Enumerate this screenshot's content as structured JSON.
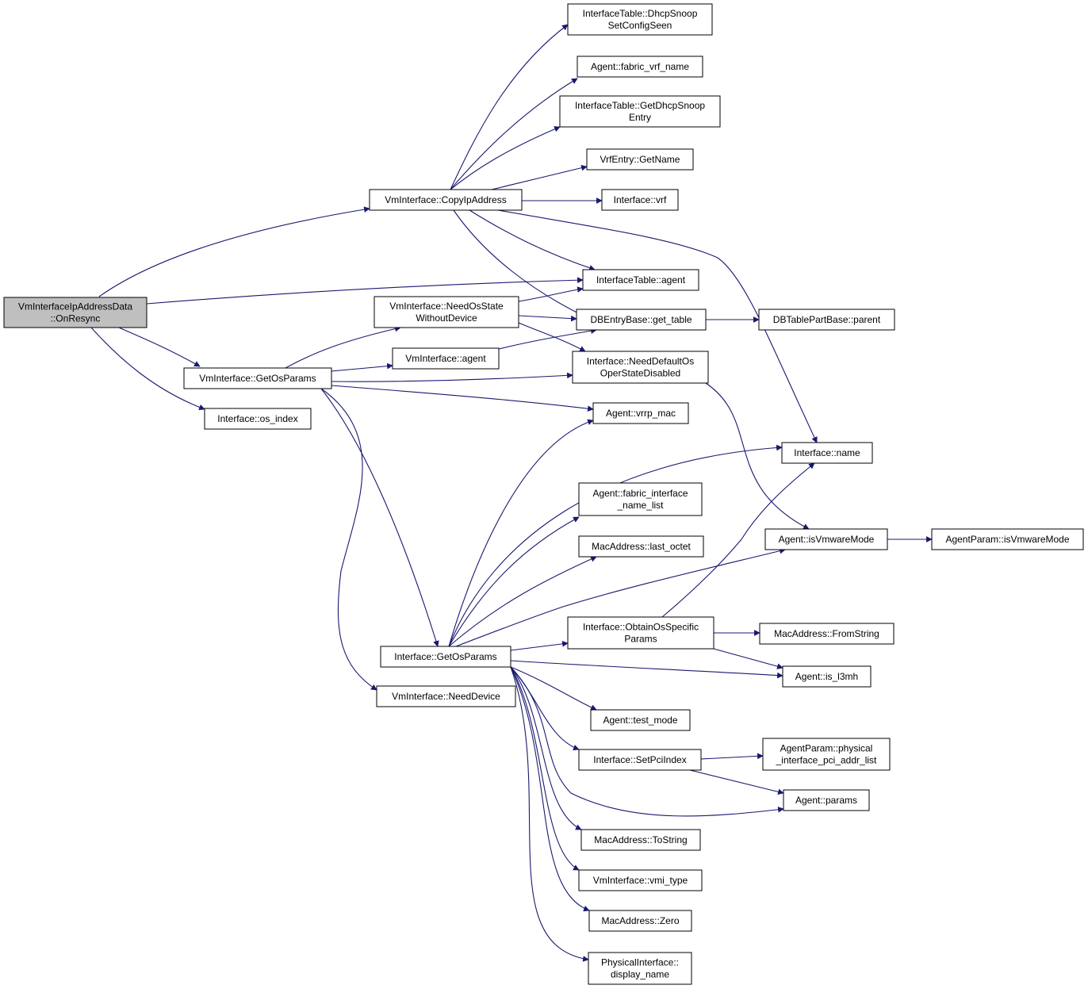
{
  "colors": {
    "edge": "#191970",
    "node_fill": "#ffffff",
    "root_fill": "#bfbfbf",
    "node_border": "#000000"
  },
  "nodes": {
    "root": [
      "VmInterfaceIpAddressData",
      "::OnResync"
    ],
    "copyip": [
      "VmInterface::CopyIpAddress"
    ],
    "dhcpset": [
      "InterfaceTable::DhcpSnoop",
      "SetConfigSeen"
    ],
    "fabricvrf": [
      "Agent::fabric_vrf_name"
    ],
    "dhcpget": [
      "InterfaceTable::GetDhcpSnoop",
      "Entry"
    ],
    "vrfname": [
      "VrfEntry::GetName"
    ],
    "ifvrf": [
      "Interface::vrf"
    ],
    "itagent": [
      "InterfaceTable::agent"
    ],
    "needos": [
      "VmInterface::NeedOsState",
      "WithoutDevice"
    ],
    "gettable": [
      "DBEntryBase::get_table"
    ],
    "parent": [
      "DBTablePartBase::parent"
    ],
    "vmagent": [
      "VmInterface::agent"
    ],
    "needdef": [
      "Interface::NeedDefaultOs",
      "OperStateDisabled"
    ],
    "vmgetos": [
      "VmInterface::GetOsParams"
    ],
    "osindex": [
      "Interface::os_index"
    ],
    "vrrp": [
      "Agent::vrrp_mac"
    ],
    "ifname": [
      "Interface::name"
    ],
    "fabricif": [
      "Agent::fabric_interface",
      "_name_list"
    ],
    "lastoct": [
      "MacAddress::last_octet"
    ],
    "isvm": [
      "Agent::isVmwareMode"
    ],
    "apvm": [
      "AgentParam::isVmwareMode"
    ],
    "obtain": [
      "Interface::ObtainOsSpecific",
      "Params"
    ],
    "fromstr": [
      "MacAddress::FromString"
    ],
    "ifgetos": [
      "Interface::GetOsParams"
    ],
    "isl3mh": [
      "Agent::is_l3mh"
    ],
    "needdev": [
      "VmInterface::NeedDevice"
    ],
    "testmode": [
      "Agent::test_mode"
    ],
    "setpci": [
      "Interface::SetPciIndex"
    ],
    "physpci": [
      "AgentParam::physical",
      "_interface_pci_addr_list"
    ],
    "params": [
      "Agent::params"
    ],
    "tostr": [
      "MacAddress::ToString"
    ],
    "vmitype": [
      "VmInterface::vmi_type"
    ],
    "zero": [
      "MacAddress::Zero"
    ],
    "dispname": [
      "PhysicalInterface::",
      "display_name"
    ]
  }
}
